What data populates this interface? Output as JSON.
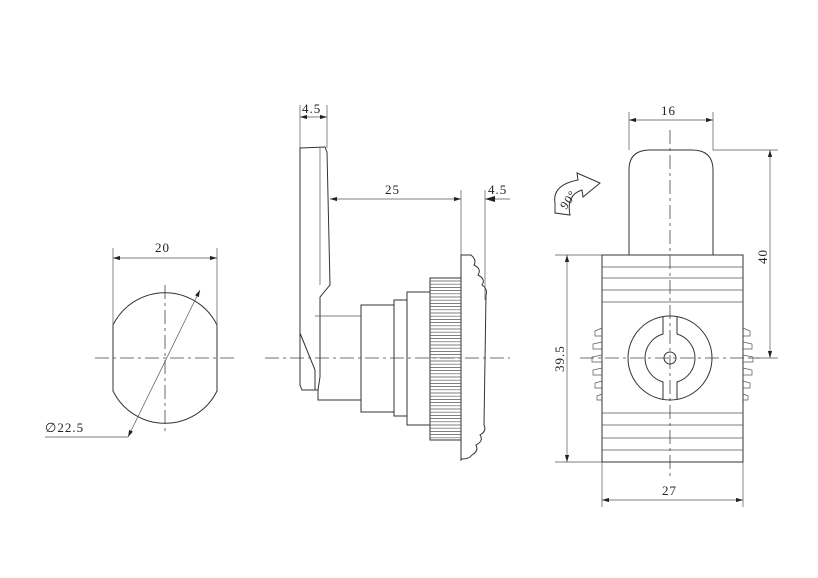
{
  "drawing": {
    "front_view": {
      "width_dim": "20",
      "diameter_dim": "∅22.5"
    },
    "side_view": {
      "lever_thickness_dim": "4.5",
      "body_length_dim": "25",
      "flange_thickness_dim": "4.5"
    },
    "rear_view": {
      "handle_width_dim": "16",
      "height_dim": "40",
      "body_height_dim": "39.5",
      "body_width_dim": "27",
      "rotation_label": "90°"
    }
  }
}
